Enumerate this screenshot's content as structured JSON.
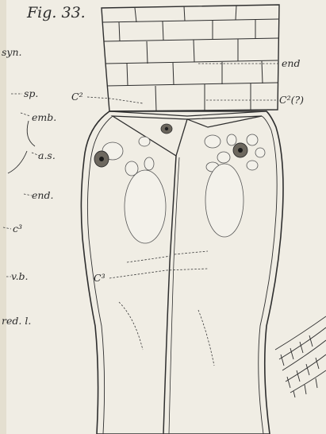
{
  "figure": {
    "title": "Fig. 33.",
    "left_labels": {
      "syn": "syn.",
      "sp": "sp.",
      "emb": "emb.",
      "as": "a.s.",
      "end": "end.",
      "c3": "c³",
      "vb": "v.b.",
      "redl": "red. l."
    },
    "right_labels": {
      "end": "end",
      "c2_right": "C²(?)"
    },
    "inner_labels": {
      "c2_left": "C²",
      "c3": "C³"
    }
  },
  "colors": {
    "paper": "#f0ede4",
    "ink": "#2e2e2e",
    "cell_fill": "#d6d2c8",
    "margin_strip": "#e6e1d3"
  }
}
